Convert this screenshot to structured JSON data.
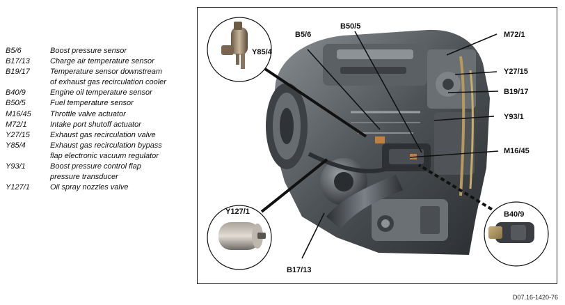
{
  "legend": {
    "items": [
      {
        "code": "B5/6",
        "desc": "Boost pressure sensor"
      },
      {
        "code": "B17/13",
        "desc": "Charge air temperature sensor"
      },
      {
        "code": "B19/17",
        "desc": "Temperature sensor downstream\nof exhaust gas recirculation cooler"
      },
      {
        "code": "B40/9",
        "desc": "Engine oil temperature sensor"
      },
      {
        "code": "B50/5",
        "desc": "Fuel temperature sensor"
      },
      {
        "code": "M16/45",
        "desc": "Throttle valve actuator"
      },
      {
        "code": "M72/1",
        "desc": "Intake port shutoff actuator"
      },
      {
        "code": "Y27/15",
        "desc": "Exhaust gas recirculation valve"
      },
      {
        "code": "Y85/4",
        "desc": "Exhaust gas recirculation bypass\nflap electronic vacuum regulator"
      },
      {
        "code": "Y93/1",
        "desc": "Boost pressure control flap\npressure transducer"
      },
      {
        "code": "Y127/1",
        "desc": "Oil spray nozzles valve"
      }
    ]
  },
  "callouts": {
    "b5_6": "B5/6",
    "b50_5": "B50/5",
    "m72_1": "M72/1",
    "y27_15": "Y27/15",
    "b19_17": "B19/17",
    "y93_1": "Y93/1",
    "m16_45": "M16/45",
    "b17_13": "B17/13",
    "y85_4": "Y85/4",
    "y127_1": "Y127/1",
    "b40_9": "B40/9"
  },
  "doc_ref": "D07.16-1420-76"
}
